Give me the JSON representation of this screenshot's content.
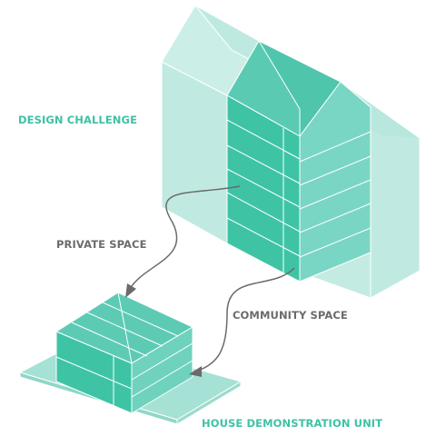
{
  "labels": {
    "design_challenge": "DESIGN CHALLENGE",
    "private_space": "PRIVATE SPACE",
    "community_space": "COMMUNITY SPACE",
    "house_demonstration_unit": "HOUSE DEMONSTRATION UNIT"
  },
  "colors": {
    "accent_text": "#3ec1a5",
    "arrow_and_label": "#6b6b6b",
    "light_mass": "#b5e6dc",
    "tower_front": "#3ec4a4",
    "tower_right": "#7ad6c4",
    "tower_roof": "#5acbb2",
    "base_plate": "#a5e1d4",
    "outline": "#ffffff"
  },
  "icons": [
    "arrow-private-space",
    "arrow-community-space"
  ]
}
